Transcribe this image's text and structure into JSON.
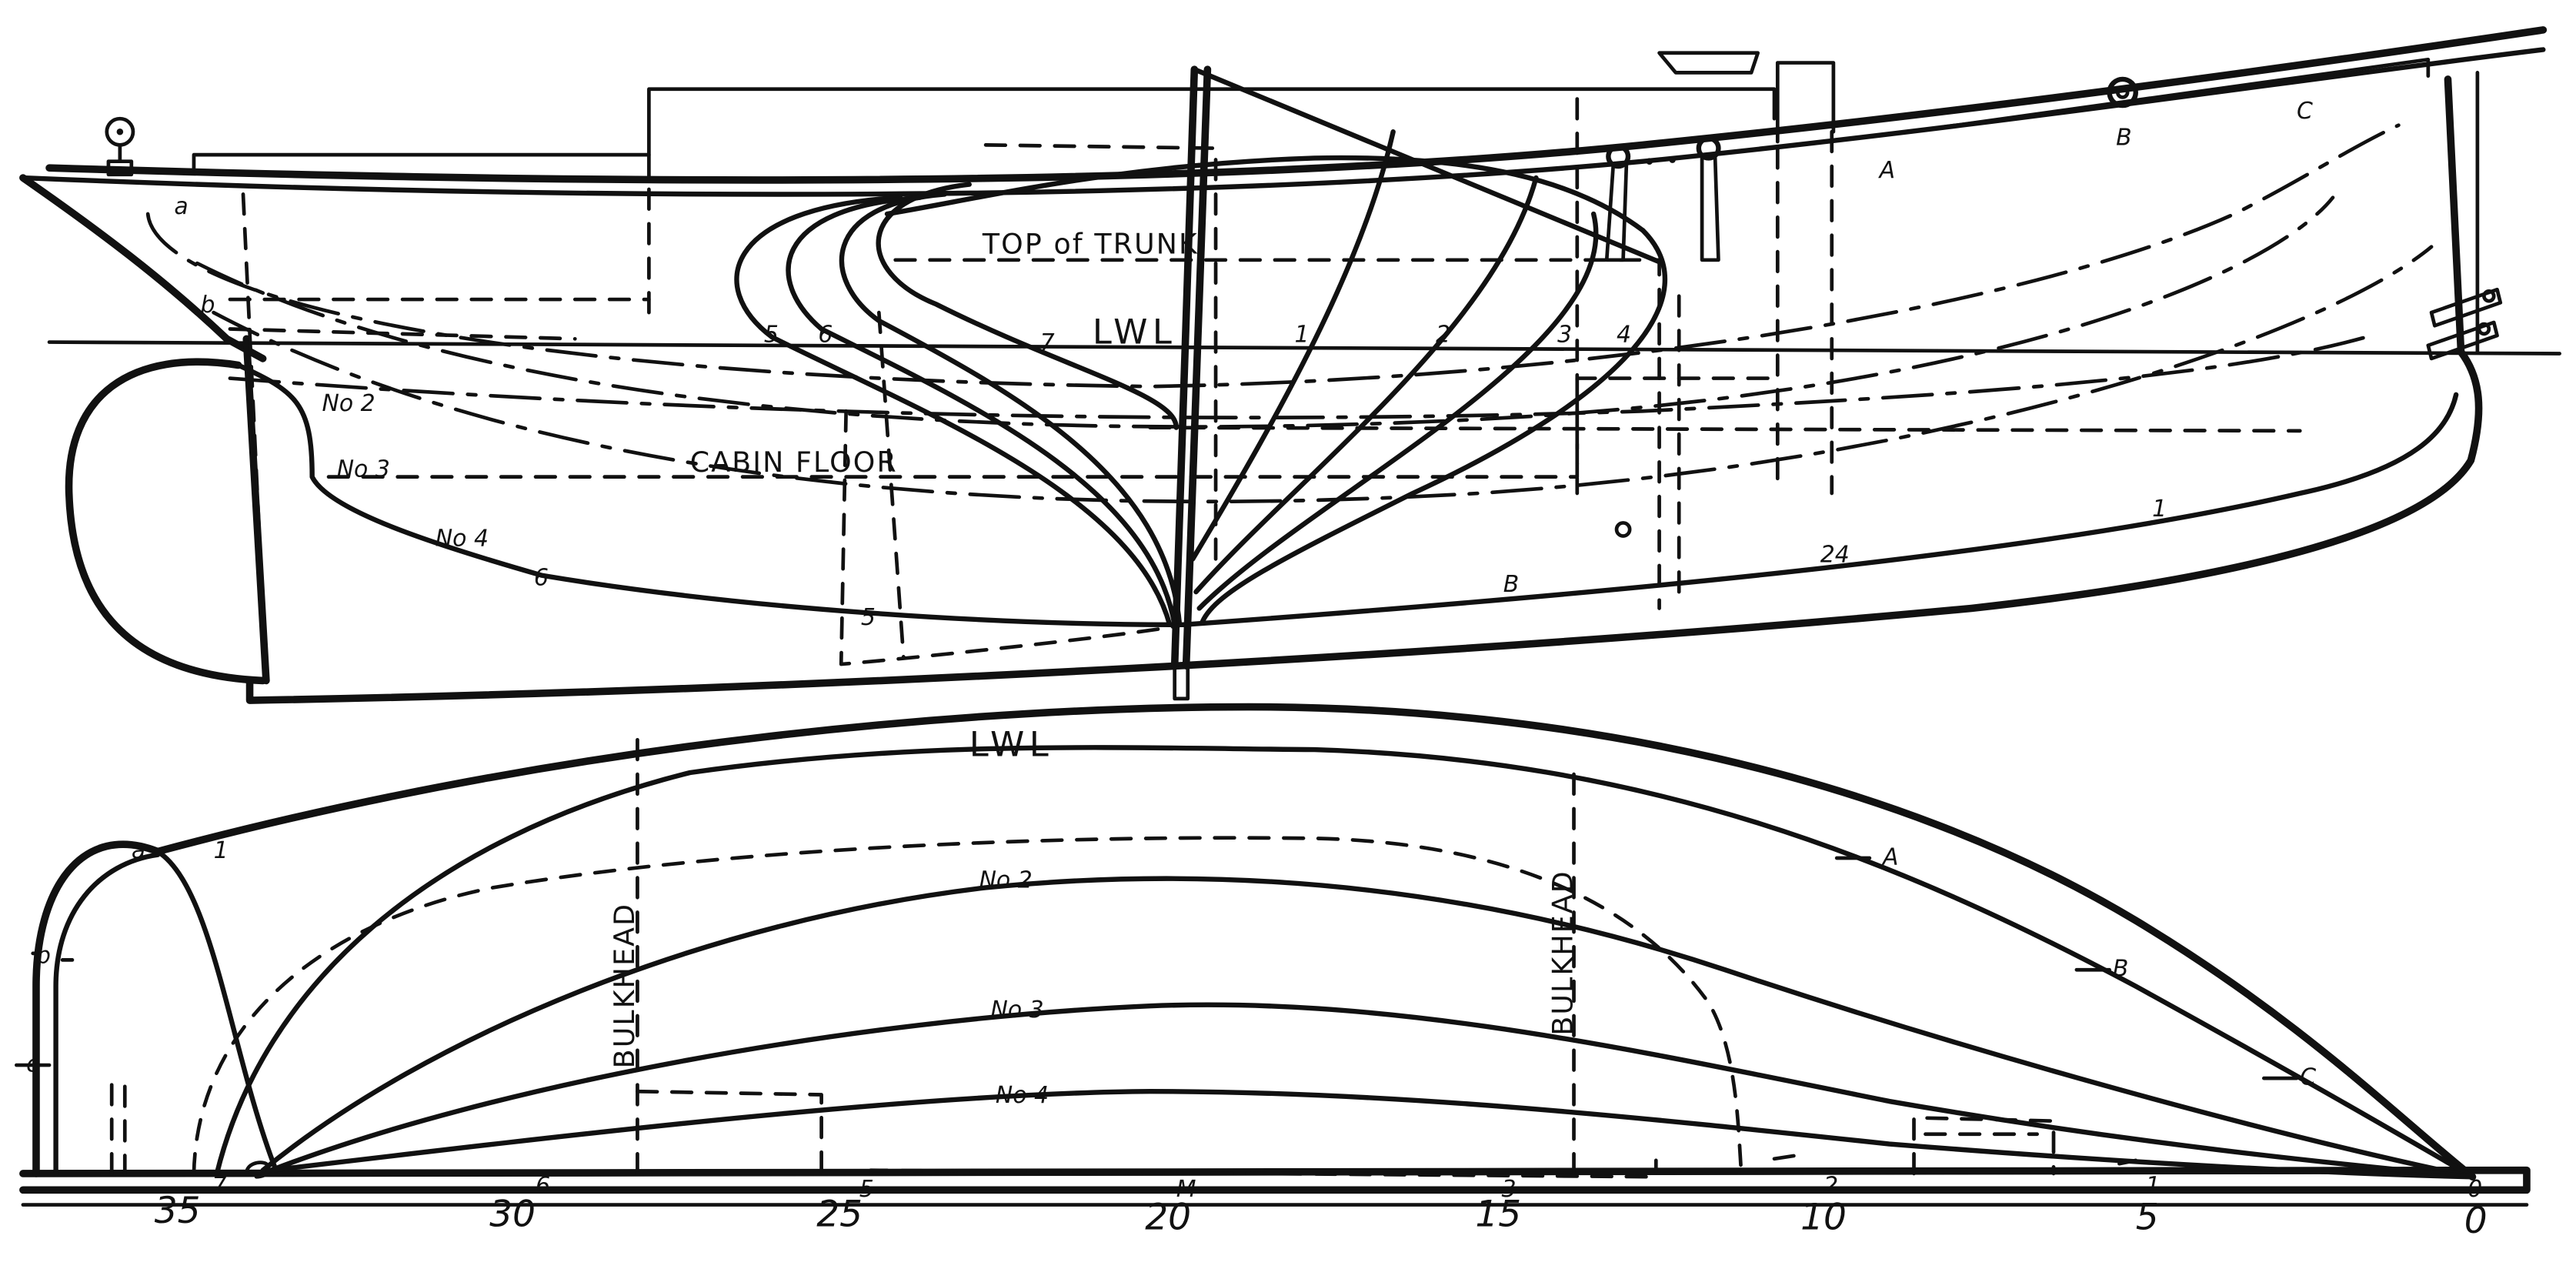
{
  "colors": {
    "ink": "#111111",
    "paper": "#ffffff"
  },
  "profile": {
    "top_of_trunk": "TOP of TRUNK",
    "lwl": "LWL",
    "cabin_floor": "CABIN FLOOR",
    "buttock_labels": [
      "No 2",
      "No 3",
      "No 4"
    ],
    "station_labels": [
      "5",
      "6",
      "7",
      "1",
      "2",
      "3",
      "4"
    ],
    "line_marks": [
      "a",
      "b",
      "A",
      "B",
      "C",
      "6",
      "5",
      "B",
      "24",
      "1"
    ]
  },
  "plan": {
    "lwl": "LWL",
    "waterlines": [
      "No 2",
      "No 3",
      "No 4"
    ],
    "bulkhead_aft": "BULKHEAD",
    "bulkhead_fwd": "BULKHEAD",
    "diagonal_marks": [
      "A",
      "B",
      "C"
    ],
    "aft_marks": [
      "a",
      "b",
      "c",
      "1"
    ]
  },
  "baseline_numbers": [
    "35",
    "30",
    "25",
    "20",
    "15",
    "10",
    "5",
    "0"
  ],
  "station_numbers": [
    "7",
    "6",
    "5",
    "M",
    "3",
    "2",
    "1",
    "0"
  ]
}
